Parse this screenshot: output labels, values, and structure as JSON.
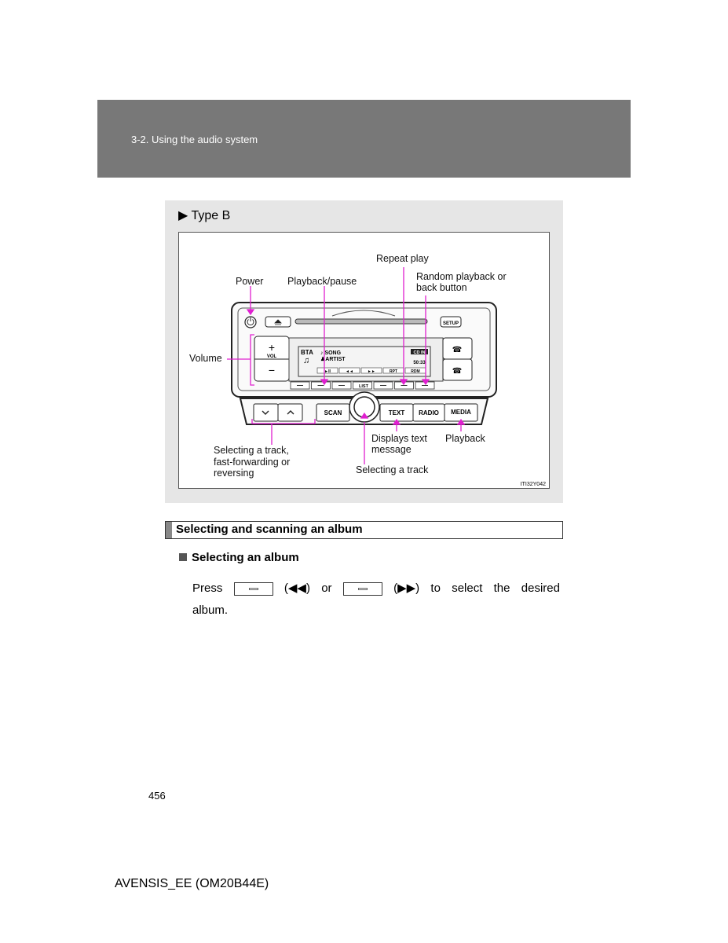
{
  "header": {
    "section": "3-2. Using the audio system"
  },
  "figure": {
    "type_label": "▶ Type B",
    "labels": {
      "repeat_play": "Repeat play",
      "power": "Power",
      "playback_pause": "Playback/pause",
      "random_line1": "Random playback or",
      "random_line2": "back button",
      "volume": "Volume",
      "selecting_line1": "Selecting a track,",
      "selecting_line2": "fast-forwarding or",
      "selecting_line3": "reversing",
      "displays_line1": "Displays text",
      "displays_line2": "message",
      "playback": "Playback",
      "selecting_track": "Selecting a track",
      "code": "ITI32Y042"
    },
    "unit": {
      "setup": "SETUP",
      "vol": "VOL",
      "plus": "+",
      "minus": "−",
      "display_bta": "BTA",
      "display_song": "♪ SONG",
      "display_artist": "♟ARTIST",
      "display_cdin": "CD IN",
      "display_time": "50:33",
      "soft_keys": [
        "►II",
        "◄◄",
        "►►",
        "RPT",
        "RDM"
      ],
      "list": "LIST",
      "scan": "SCAN",
      "text": "TEXT",
      "radio": "RADIO",
      "media": "MEDIA"
    },
    "callout_color": "#e020d0"
  },
  "section_heading": "Selecting and scanning an album",
  "sub_heading": "Selecting an album",
  "body": {
    "press": "Press",
    "prev": "(◀◀)",
    "or": "or",
    "next": "(▶▶)",
    "to": "to",
    "select": "select",
    "the": "the",
    "desired": "desired",
    "album": "album."
  },
  "page_number": "456",
  "footer": "AVENSIS_EE (OM20B44E)"
}
